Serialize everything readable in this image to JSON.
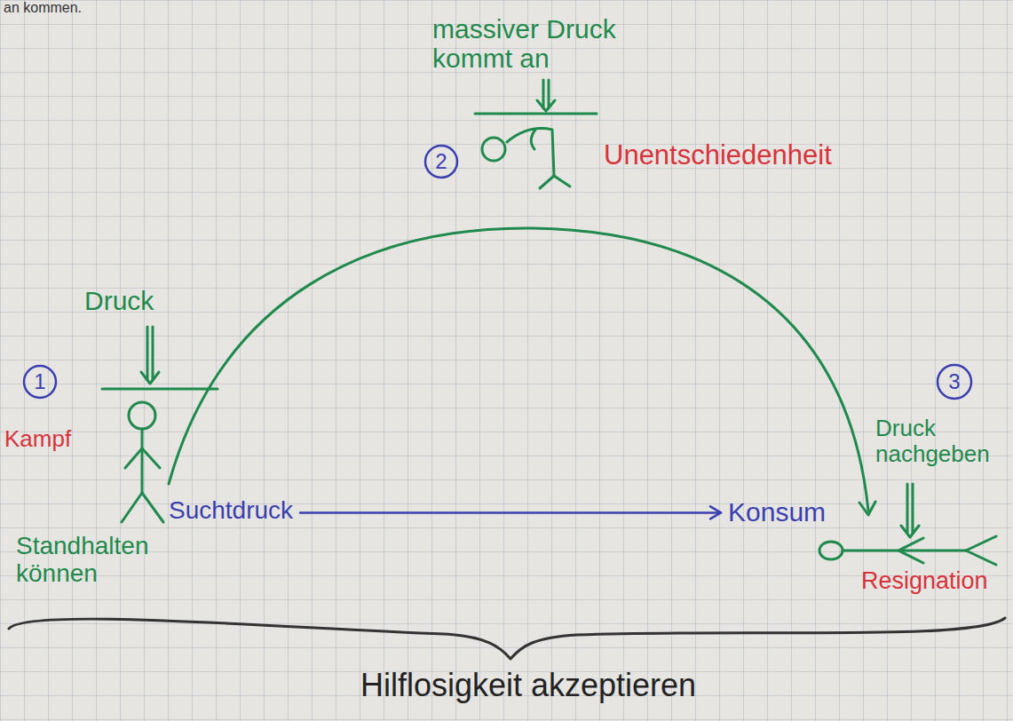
{
  "diagram": {
    "labels": [
      "an kommen.",
      "massiver Druck kommt an",
      "2",
      "Unentschiedenheit",
      "Druck",
      "1",
      "3",
      "Kampf",
      "Druck nachgeben",
      "Suchtdruck",
      "Konsum",
      "Standhalten können",
      "Resignation",
      "Hilflosigkeit akzeptieren"
    ]
  }
}
